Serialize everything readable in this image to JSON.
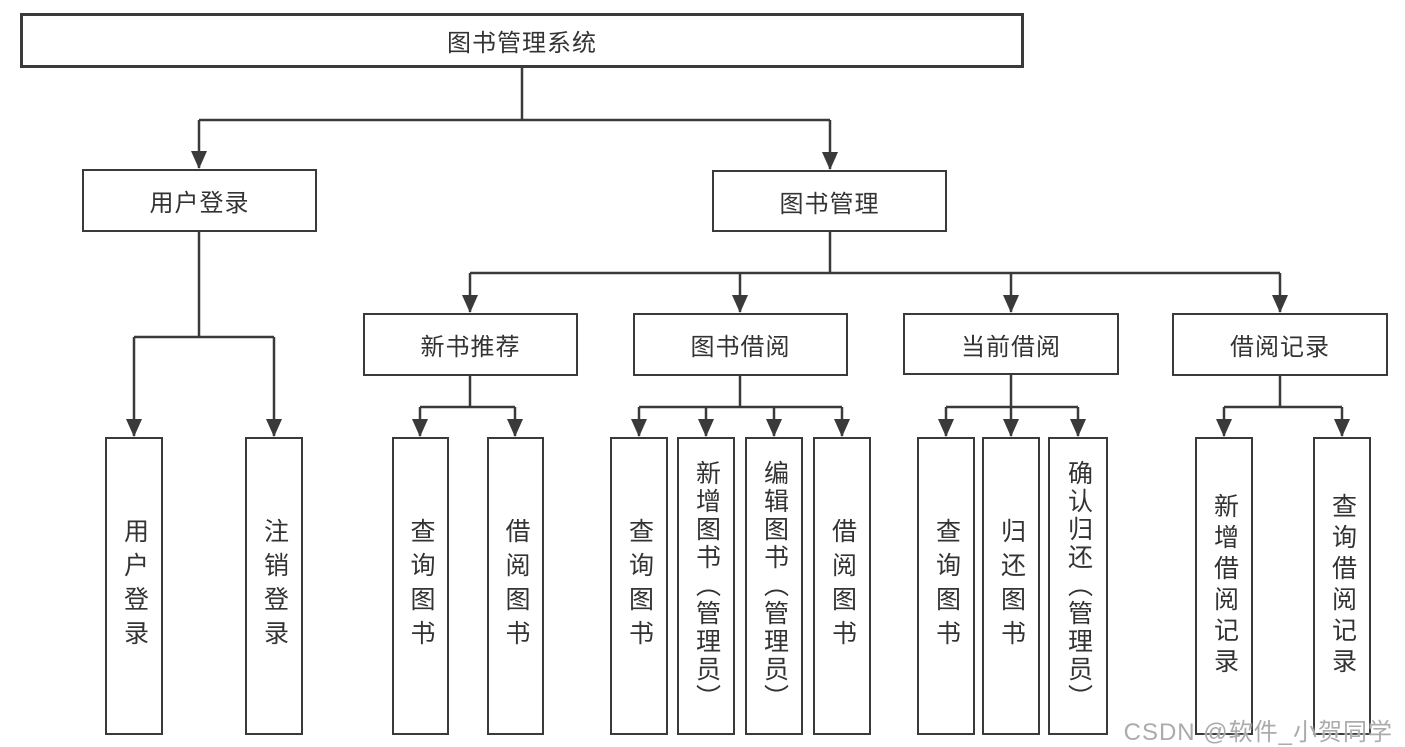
{
  "diagram": {
    "root": {
      "label": "图书管理系统"
    },
    "branches": [
      {
        "label": "用户登录",
        "children": [
          {
            "label": "用户登录"
          },
          {
            "label": "注销登录"
          }
        ]
      },
      {
        "label": "图书管理",
        "children": [
          {
            "label": "新书推荐",
            "children": [
              {
                "label": "查询图书"
              },
              {
                "label": "借阅图书"
              }
            ]
          },
          {
            "label": "图书借阅",
            "children": [
              {
                "label": "查询图书"
              },
              {
                "label": "新增图书（管理员）"
              },
              {
                "label": "编辑图书（管理员）"
              },
              {
                "label": "借阅图书"
              }
            ]
          },
          {
            "label": "当前借阅",
            "children": [
              {
                "label": "查询图书"
              },
              {
                "label": "归还图书"
              },
              {
                "label": "确认归还（管理员）"
              }
            ]
          },
          {
            "label": "借阅记录",
            "children": [
              {
                "label": "新增借阅记录"
              },
              {
                "label": "查询借阅记录"
              }
            ]
          }
        ]
      }
    ]
  },
  "watermark": "CSDN @软件_小贺同学",
  "colors": {
    "line": "#3a3a3a",
    "text": "#333333",
    "background": "#ffffff",
    "watermark": "#ababab"
  }
}
